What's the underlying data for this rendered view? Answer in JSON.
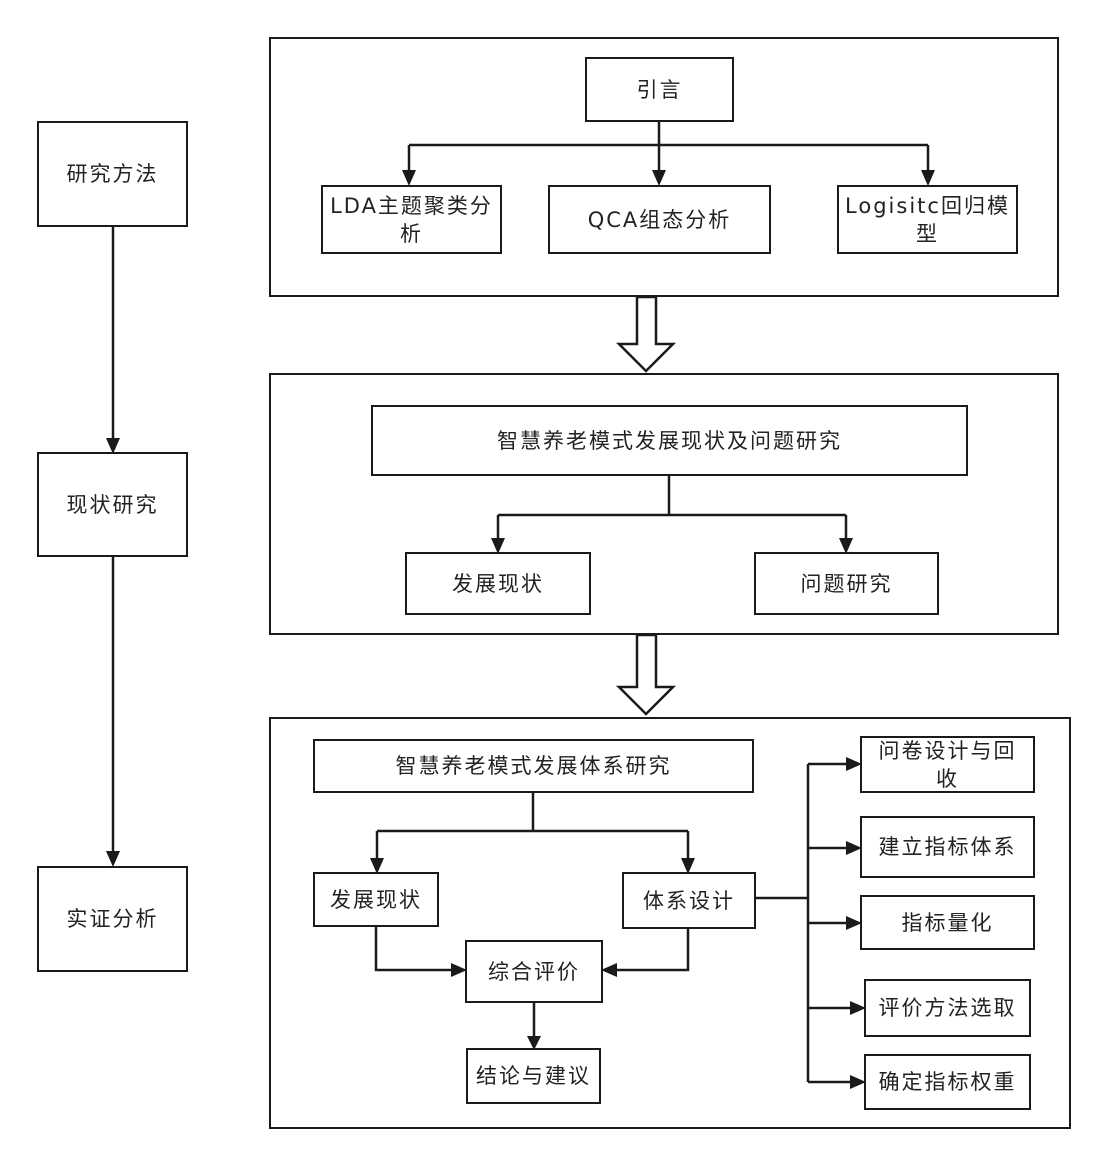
{
  "left_column": {
    "method": "研究方法",
    "status": "现状研究",
    "empirical": "实证分析"
  },
  "panel1": {
    "intro": "引言",
    "lda": "LDA主题聚类分析",
    "qca": "QCA组态分析",
    "logistic": "Logisitc回归模型"
  },
  "panel2": {
    "title": "智慧养老模式发展现状及问题研究",
    "status": "发展现状",
    "problem": "问题研究"
  },
  "panel3": {
    "title": "智慧养老模式发展体系研究",
    "status": "发展现状",
    "system_design": "体系设计",
    "evaluation": "综合评价",
    "conclusion": "结论与建议",
    "questionnaire": "问卷设计与回收",
    "index_system": "建立指标体系",
    "quantify": "指标量化",
    "method_select": "评价方法选取",
    "weight": "确定指标权重"
  },
  "colors": {
    "line": "#1a1a1a",
    "background": "#ffffff"
  }
}
